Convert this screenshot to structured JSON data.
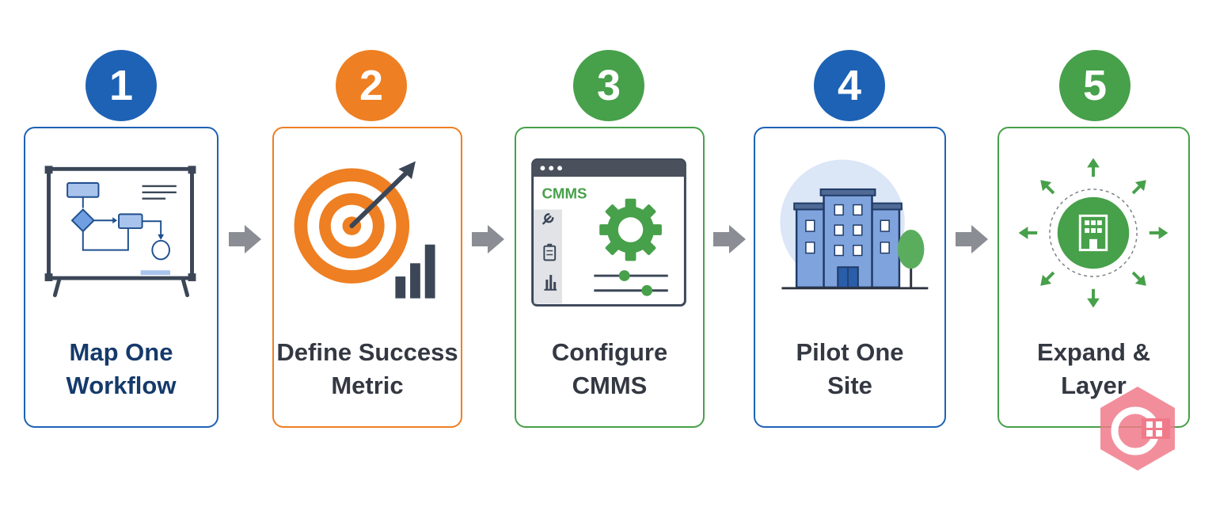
{
  "steps": [
    {
      "number": "1",
      "line1": "Map One",
      "line2": "Workflow",
      "color": "#1e62b5",
      "text_color": "#153a6b",
      "icon": "whiteboard-flowchart-icon"
    },
    {
      "number": "2",
      "line1": "Define Success",
      "line2": "Metric",
      "color": "#ee7f22",
      "text_color": "#333842",
      "icon": "target-arrow-icon"
    },
    {
      "number": "3",
      "line1": "Configure",
      "line2": "CMMS",
      "color": "#47a04a",
      "text_color": "#333842",
      "icon": "cmms-window-icon"
    },
    {
      "number": "4",
      "line1": "Pilot One",
      "line2": "Site",
      "color": "#1e62b5",
      "text_color": "#333842",
      "icon": "building-icon"
    },
    {
      "number": "5",
      "line1": "Expand &",
      "line2": "Layer",
      "color": "#47a04a",
      "text_color": "#333842",
      "icon": "expand-arrows-icon"
    }
  ],
  "cmms_window_title": "CMMS",
  "arrow_color": "#8a8d93",
  "watermark_color": "#f07a8a"
}
